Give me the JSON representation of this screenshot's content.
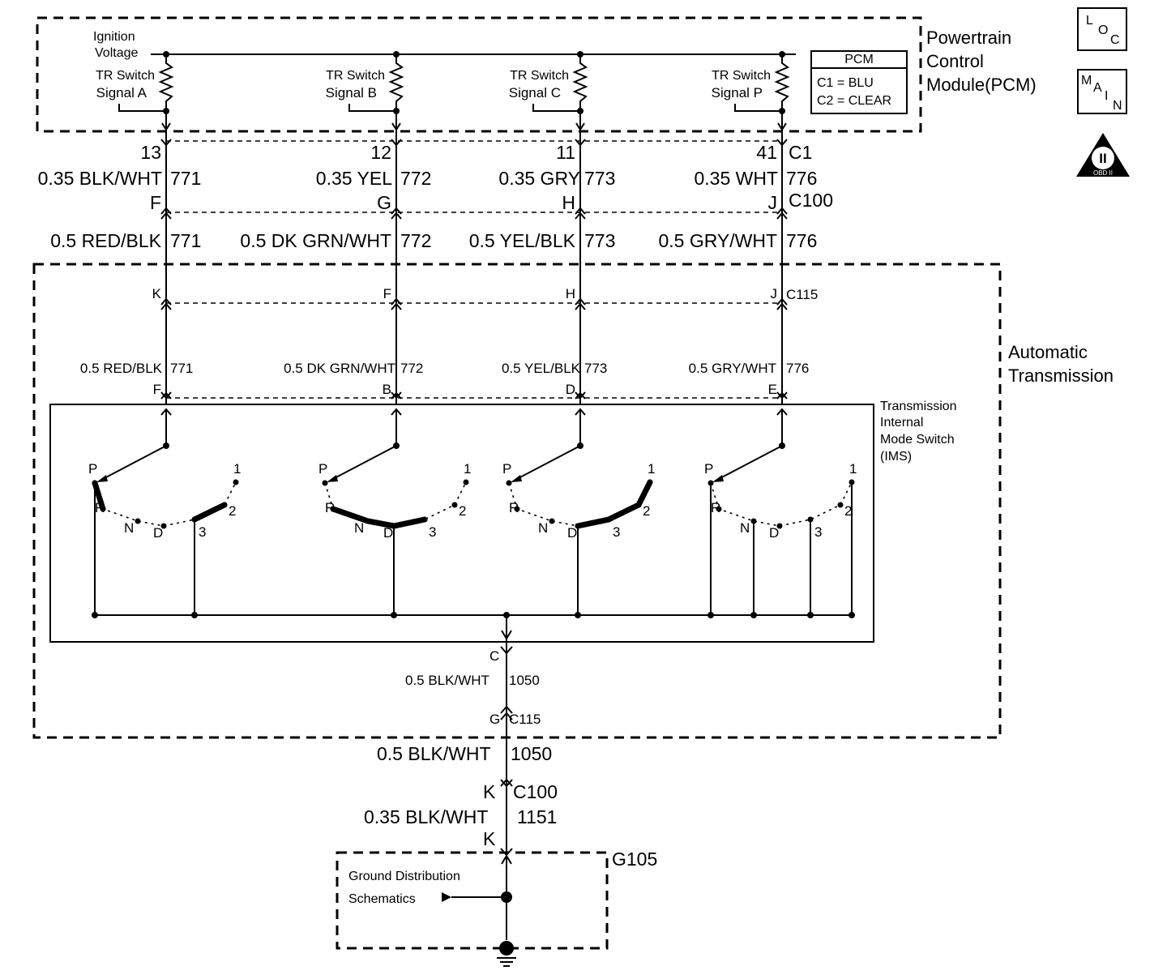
{
  "pcm": {
    "ignition_line1": "Ignition",
    "ignition_line2": "Voltage",
    "title_line1": "Powertrain",
    "title_line2": "Control",
    "title_line3": "Module(PCM)",
    "legend_title": "PCM",
    "legend_c1": "C1 = BLU",
    "legend_c2": "C2 = CLEAR",
    "signals": [
      {
        "line1": "TR Switch",
        "line2": "Signal A"
      },
      {
        "line1": "TR Switch",
        "line2": "Signal B"
      },
      {
        "line1": "TR Switch",
        "line2": "Signal C"
      },
      {
        "line1": "TR Switch",
        "line2": "Signal P"
      }
    ]
  },
  "icons": {
    "loc": [
      "L",
      "O",
      "C"
    ],
    "main": [
      "M",
      "A",
      "I",
      "N"
    ],
    "obd_roman": "II",
    "obd_label": "OBD II"
  },
  "circuits": [
    {
      "pcm_pin": "13",
      "pcm_wire": "0.35 BLK/WHT",
      "circuit": "771",
      "c100_pin": "F",
      "trans_wire": "0.5 RED/BLK",
      "c115_pin": "K",
      "ims_wire": "0.5 RED/BLK",
      "ims_pin": "F"
    },
    {
      "pcm_pin": "12",
      "pcm_wire": "0.35 YEL",
      "circuit": "772",
      "c100_pin": "G",
      "trans_wire": "0.5 DK GRN/WHT",
      "c115_pin": "F",
      "ims_wire": "0.5 DK GRN/WHT",
      "ims_pin": "B"
    },
    {
      "pcm_pin": "11",
      "pcm_wire": "0.35 GRY",
      "circuit": "773",
      "c100_pin": "H",
      "trans_wire": "0.5 YEL/BLK",
      "c115_pin": "H",
      "ims_wire": "0.5 YEL/BLK",
      "ims_pin": "D"
    },
    {
      "pcm_pin": "41",
      "pcm_wire": "0.35 WHT",
      "circuit": "776",
      "c100_pin": "J",
      "trans_wire": "0.5 GRY/WHT",
      "c115_pin": "J",
      "ims_wire": "0.5 GRY/WHT",
      "ims_pin": "E"
    }
  ],
  "connectors": {
    "c1": "C1",
    "c100": "C100",
    "c115": "C115"
  },
  "transmission": {
    "title_line1": "Automatic",
    "title_line2": "Transmission",
    "ims_line1": "Transmission",
    "ims_line2": "Internal",
    "ims_line3": "Mode Switch",
    "ims_line4": "(IMS)",
    "positions": [
      "P",
      "R",
      "N",
      "D",
      "3",
      "2",
      "1"
    ]
  },
  "ground": {
    "ims_pin": "C",
    "ims_wire": "0.5 BLK/WHT",
    "ims_circuit": "1050",
    "c115_pin": "G",
    "c115_label": "C115",
    "wire": "0.5 BLK/WHT",
    "circuit": "1050",
    "c100_pin": "K",
    "c100_label": "C100",
    "final_wire": "0.35 BLK/WHT",
    "final_circuit": "1151",
    "final_pin": "K",
    "ground_label": "G105",
    "dist_line1": "Ground Distribution",
    "dist_line2": "Schematics"
  }
}
